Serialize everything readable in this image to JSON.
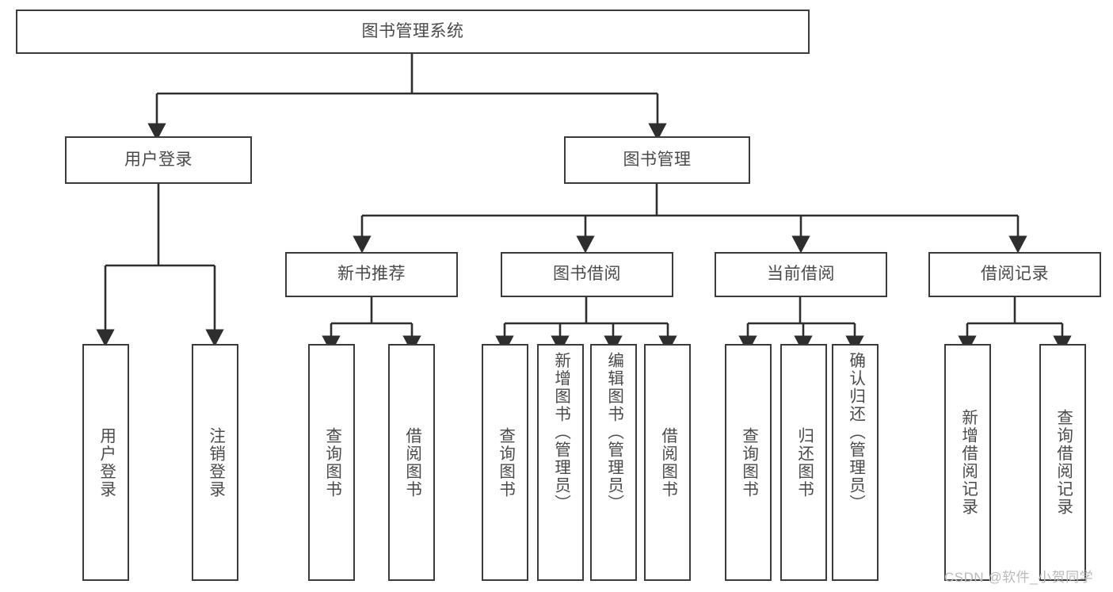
{
  "diagram": {
    "title": "图书管理系统",
    "type": "tree-hierarchy-diagram",
    "root": {
      "label": "图书管理系统"
    },
    "level2": [
      {
        "label": "用户登录"
      },
      {
        "label": "图书管理"
      }
    ],
    "level3": [
      {
        "label": "新书推荐"
      },
      {
        "label": "图书借阅"
      },
      {
        "label": "当前借阅"
      },
      {
        "label": "借阅记录"
      }
    ],
    "leaves_user_login": [
      {
        "label": "用户登录"
      },
      {
        "label": "注销登录"
      }
    ],
    "leaves_new_book": [
      {
        "label": "查询图书"
      },
      {
        "label": "借阅图书"
      }
    ],
    "leaves_borrow": [
      {
        "label": "查询图书"
      },
      {
        "label": "新增图书（管理员）"
      },
      {
        "label": "编辑图书（管理员）"
      },
      {
        "label": "借阅图书"
      }
    ],
    "leaves_current": [
      {
        "label": "查询图书"
      },
      {
        "label": "归还图书"
      },
      {
        "label": "确认归还（管理员）"
      }
    ],
    "leaves_record": [
      {
        "label": "新增借阅记录"
      },
      {
        "label": "查询借阅记录"
      }
    ]
  },
  "watermark": {
    "text": "CSDN @软件_小贺同学"
  },
  "colors": {
    "border": "#3b3b3b",
    "text": "#4a4a4a",
    "background": "#ffffff",
    "watermark": "#b9b9b9"
  }
}
